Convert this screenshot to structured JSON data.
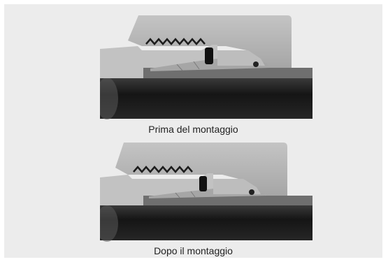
{
  "captions": {
    "before": "Prima del montaggio",
    "after": "Dopo il montaggio"
  },
  "colors": {
    "panel_background": "#ececec",
    "nut_body": "#b3b3b3",
    "fitting_body": "#c2c2c2",
    "cutting_ring": "#a9a9a9",
    "tube_wall": "#6f6f6f",
    "tube_interior": "#1b1b1b",
    "seal": "#111111"
  },
  "views": [
    {
      "name": "before",
      "state": "ring not compressed"
    },
    {
      "name": "after",
      "state": "ring compressed into tube"
    }
  ]
}
